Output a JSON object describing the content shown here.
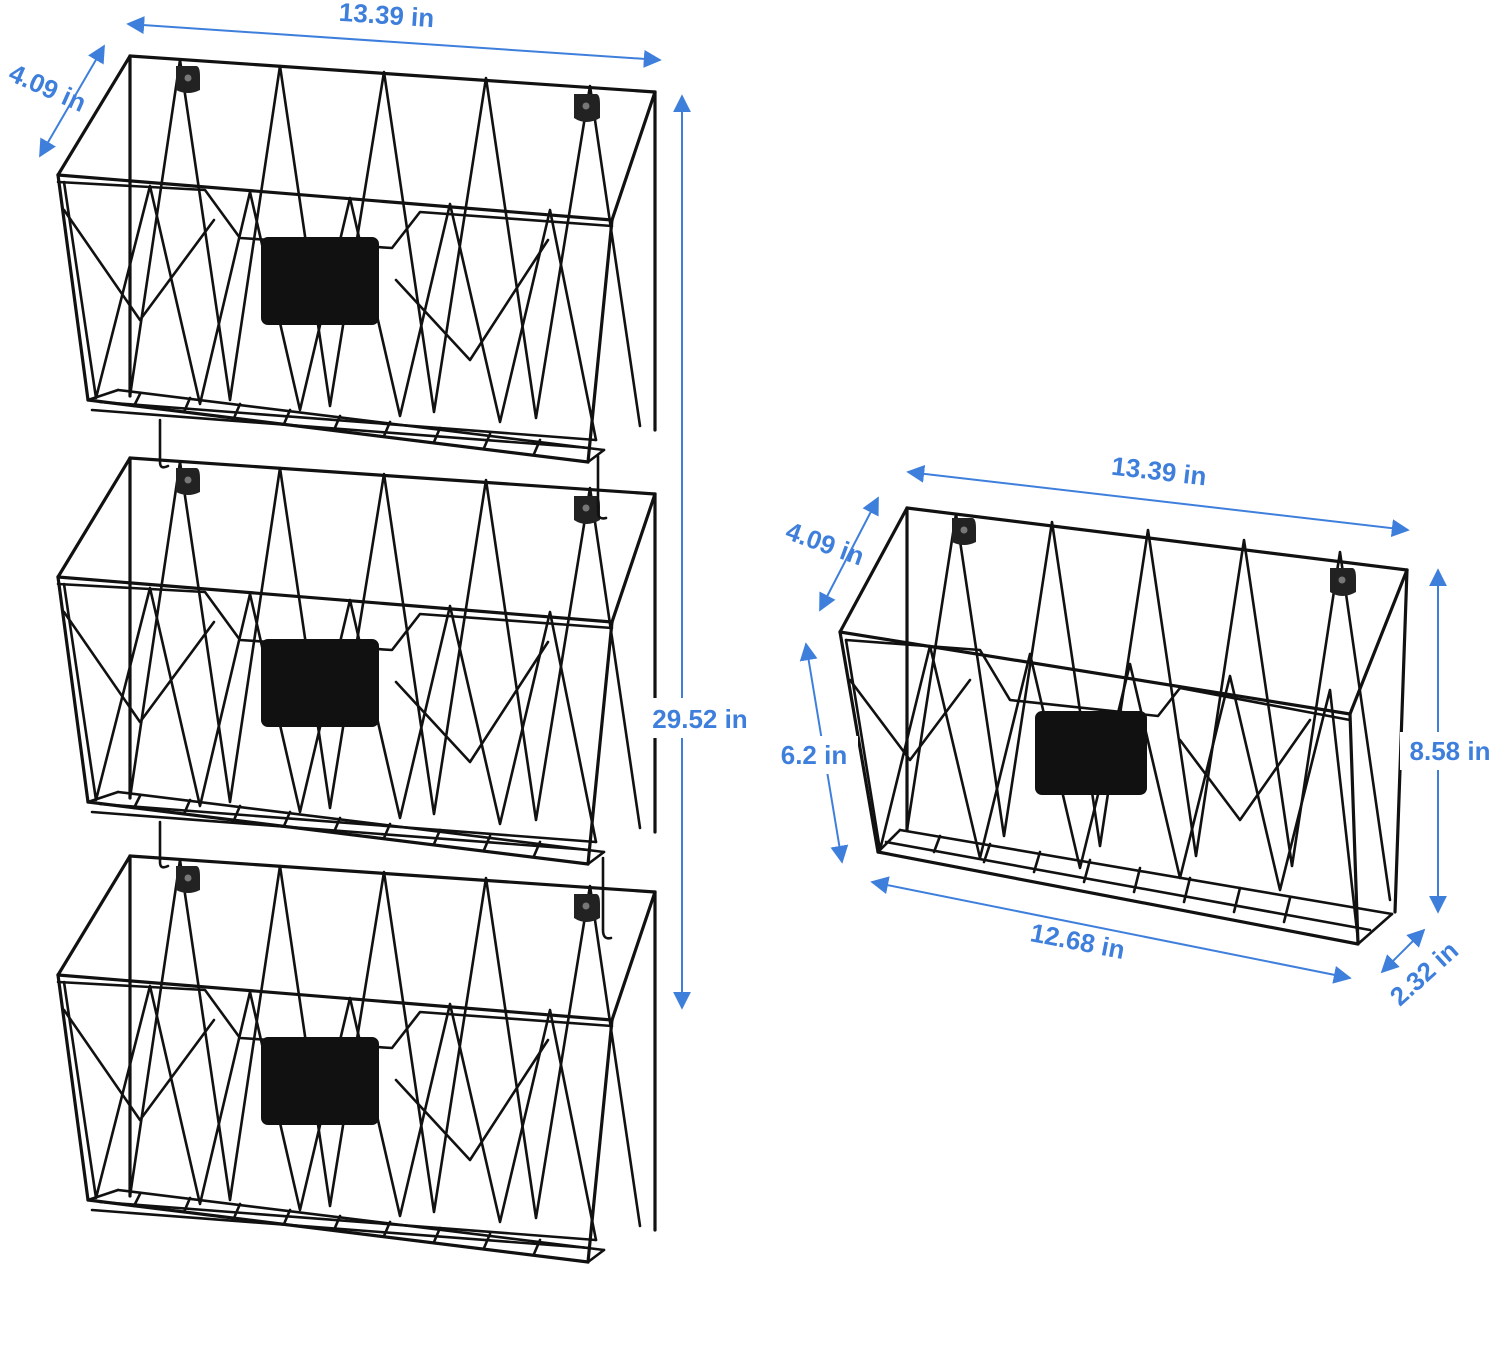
{
  "colors": {
    "dimension": "#3f7fdc",
    "wire": "#111111",
    "background": "#ffffff"
  },
  "left_assembly": {
    "width_label": "13.39 in",
    "depth_label": "4.09 in",
    "height_label": "29.52 in",
    "basket_count": 3
  },
  "right_basket": {
    "width_label": "13.39 in",
    "depth_label": "4.09 in",
    "front_height_label": "6.2 in",
    "height_label": "8.58 in",
    "bottom_width_label": "12.68 in",
    "bottom_depth_label": "2.32 in"
  }
}
